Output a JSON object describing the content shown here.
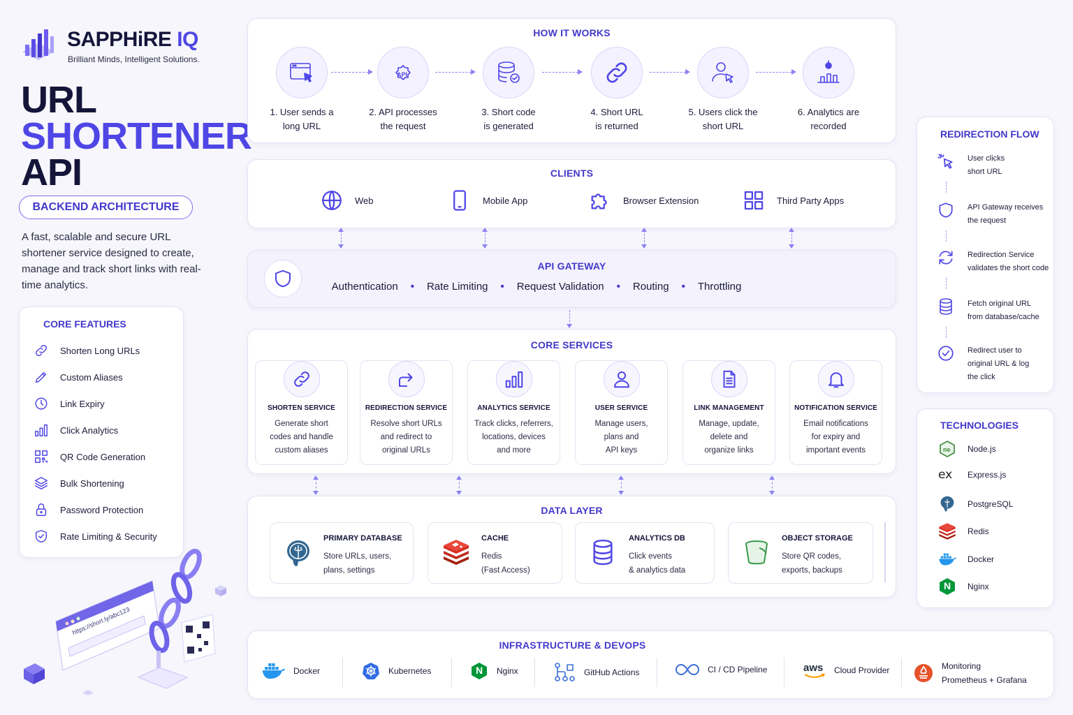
{
  "brand": {
    "name_main": "SAPPHiRE",
    "name_accent": " IQ",
    "tagline": "Brilliant Minds, Intelligent Solutions."
  },
  "hero": {
    "line1": "URL",
    "line2": "SHORTENER",
    "line3": "API",
    "pill": "BACKEND ARCHITECTURE",
    "intro": "A fast, scalable and secure URL shortener service designed to create, manage and track short links with real-time analytics."
  },
  "features": {
    "title": "CORE FEATURES",
    "items": [
      {
        "label": "Shorten Long URLs",
        "icon": "link-icon"
      },
      {
        "label": "Custom Aliases",
        "icon": "pencil-icon"
      },
      {
        "label": "Link Expiry",
        "icon": "clock-icon"
      },
      {
        "label": "Click Analytics",
        "icon": "bar-chart-icon"
      },
      {
        "label": "QR Code Generation",
        "icon": "qr-code-icon"
      },
      {
        "label": "Bulk Shortening",
        "icon": "layers-icon"
      },
      {
        "label": "Password Protection",
        "icon": "lock-icon"
      },
      {
        "label": "Rate Limiting & Security",
        "icon": "shield-check-icon"
      }
    ]
  },
  "illustration": {
    "url_text": "https://short.ly/abc123"
  },
  "how": {
    "title": "HOW IT WORKS",
    "steps": [
      {
        "text": "1. User sends a\nlong URL",
        "icon": "browser-cursor-icon"
      },
      {
        "text": "2. API processes\nthe request",
        "icon": "api-gear-icon"
      },
      {
        "text": "3. Short code\nis generated",
        "icon": "database-check-icon"
      },
      {
        "text": "4. Short URL\nis returned",
        "icon": "link-icon"
      },
      {
        "text": "5. Users click the\nshort URL",
        "icon": "user-cursor-icon"
      },
      {
        "text": "6. Analytics are\nrecorded",
        "icon": "analytics-icon"
      }
    ]
  },
  "clients": {
    "title": "CLIENTS",
    "items": [
      {
        "label": "Web",
        "icon": "globe-icon"
      },
      {
        "label": "Mobile App",
        "icon": "mobile-icon"
      },
      {
        "label": "Browser Extension",
        "icon": "puzzle-icon"
      },
      {
        "label": "Third Party Apps",
        "icon": "grid-icon"
      }
    ]
  },
  "gateway": {
    "title": "API GATEWAY",
    "items": [
      "Authentication",
      "Rate Limiting",
      "Request Validation",
      "Routing",
      "Throttling"
    ]
  },
  "services": {
    "title": "CORE SERVICES",
    "items": [
      {
        "name": "SHORTEN SERVICE",
        "desc": "Generate short\ncodes and handle\ncustom aliases",
        "icon": "link-icon"
      },
      {
        "name": "REDIRECTION SERVICE",
        "desc": "Resolve short URLs\nand redirect to\noriginal URLs",
        "icon": "redirect-icon"
      },
      {
        "name": "ANALYTICS SERVICE",
        "desc": "Track clicks, referrers,\nlocations, devices\nand more",
        "icon": "bar-chart-icon"
      },
      {
        "name": "USER SERVICE",
        "desc": "Manage users,\nplans and\nAPI keys",
        "icon": "user-icon"
      },
      {
        "name": "LINK MANAGEMENT",
        "desc": "Manage, update,\ndelete and\norganize links",
        "icon": "document-icon"
      },
      {
        "name": "NOTIFICATION SERVICE",
        "desc": "Email notifications\nfor expiry and\nimportant events",
        "icon": "bell-icon"
      }
    ]
  },
  "data_layer": {
    "title": "DATA LAYER",
    "items": [
      {
        "name": "PRIMARY DATABASE",
        "desc": "Store URLs, users,\nplans, settings",
        "icon": "postgres-icon"
      },
      {
        "name": "CACHE",
        "desc": "Redis\n(Fast Access)",
        "icon": "redis-icon"
      },
      {
        "name": "ANALYTICS DB",
        "desc": "Click events\n& analytics data",
        "icon": "database-icon"
      },
      {
        "name": "OBJECT STORAGE",
        "desc": "Store QR codes,\nexports, backups",
        "icon": "bucket-icon"
      }
    ]
  },
  "redirection": {
    "title": "REDIRECTION FLOW",
    "steps": [
      {
        "text": "User clicks\nshort URL",
        "icon": "click-icon"
      },
      {
        "text": "API Gateway receives\nthe request",
        "icon": "shield-icon"
      },
      {
        "text": "Redirection Service\nvalidates the short code",
        "icon": "refresh-icon"
      },
      {
        "text": "Fetch original URL\nfrom database/cache",
        "icon": "database-icon"
      },
      {
        "text": "Redirect user to\noriginal URL & log\nthe click",
        "icon": "check-circle-icon"
      }
    ]
  },
  "technologies": {
    "title": "TECHNOLOGIES",
    "items": [
      {
        "label": "Node.js",
        "icon": "nodejs-icon"
      },
      {
        "label": "Express.js",
        "icon": "express-icon",
        "glyph": "ex"
      },
      {
        "label": "PostgreSQL",
        "icon": "postgres-icon"
      },
      {
        "label": "Redis",
        "icon": "redis-icon"
      },
      {
        "label": "Docker",
        "icon": "docker-icon"
      },
      {
        "label": "Nginx",
        "icon": "nginx-icon",
        "glyph": "N"
      }
    ]
  },
  "infra": {
    "title": "INFRASTRUCTURE & DEVOPS",
    "items": [
      {
        "label": "Docker",
        "icon": "docker-icon"
      },
      {
        "label": "Kubernetes",
        "icon": "kubernetes-icon"
      },
      {
        "label": "Nginx",
        "icon": "nginx-icon",
        "glyph": "N"
      },
      {
        "label": "GitHub Actions",
        "icon": "github-actions-icon"
      },
      {
        "label": "CI / CD Pipeline",
        "icon": "pipeline-icon"
      },
      {
        "label": "Cloud Provider",
        "icon": "aws-icon",
        "glyph": "aws"
      },
      {
        "label": "Monitoring\nPrometheus + Grafana",
        "icon": "prometheus-icon"
      }
    ]
  },
  "colors": {
    "accent": "#4f46e5",
    "accent_dark": "#4338ca",
    "ink": "#15153a",
    "redis": "#d82c20",
    "node": "#3c873a",
    "nginx": "#009639",
    "docker": "#2496ed",
    "kubernetes": "#326ce5",
    "aws": "#ff9900",
    "prometheus": "#e6522c"
  }
}
